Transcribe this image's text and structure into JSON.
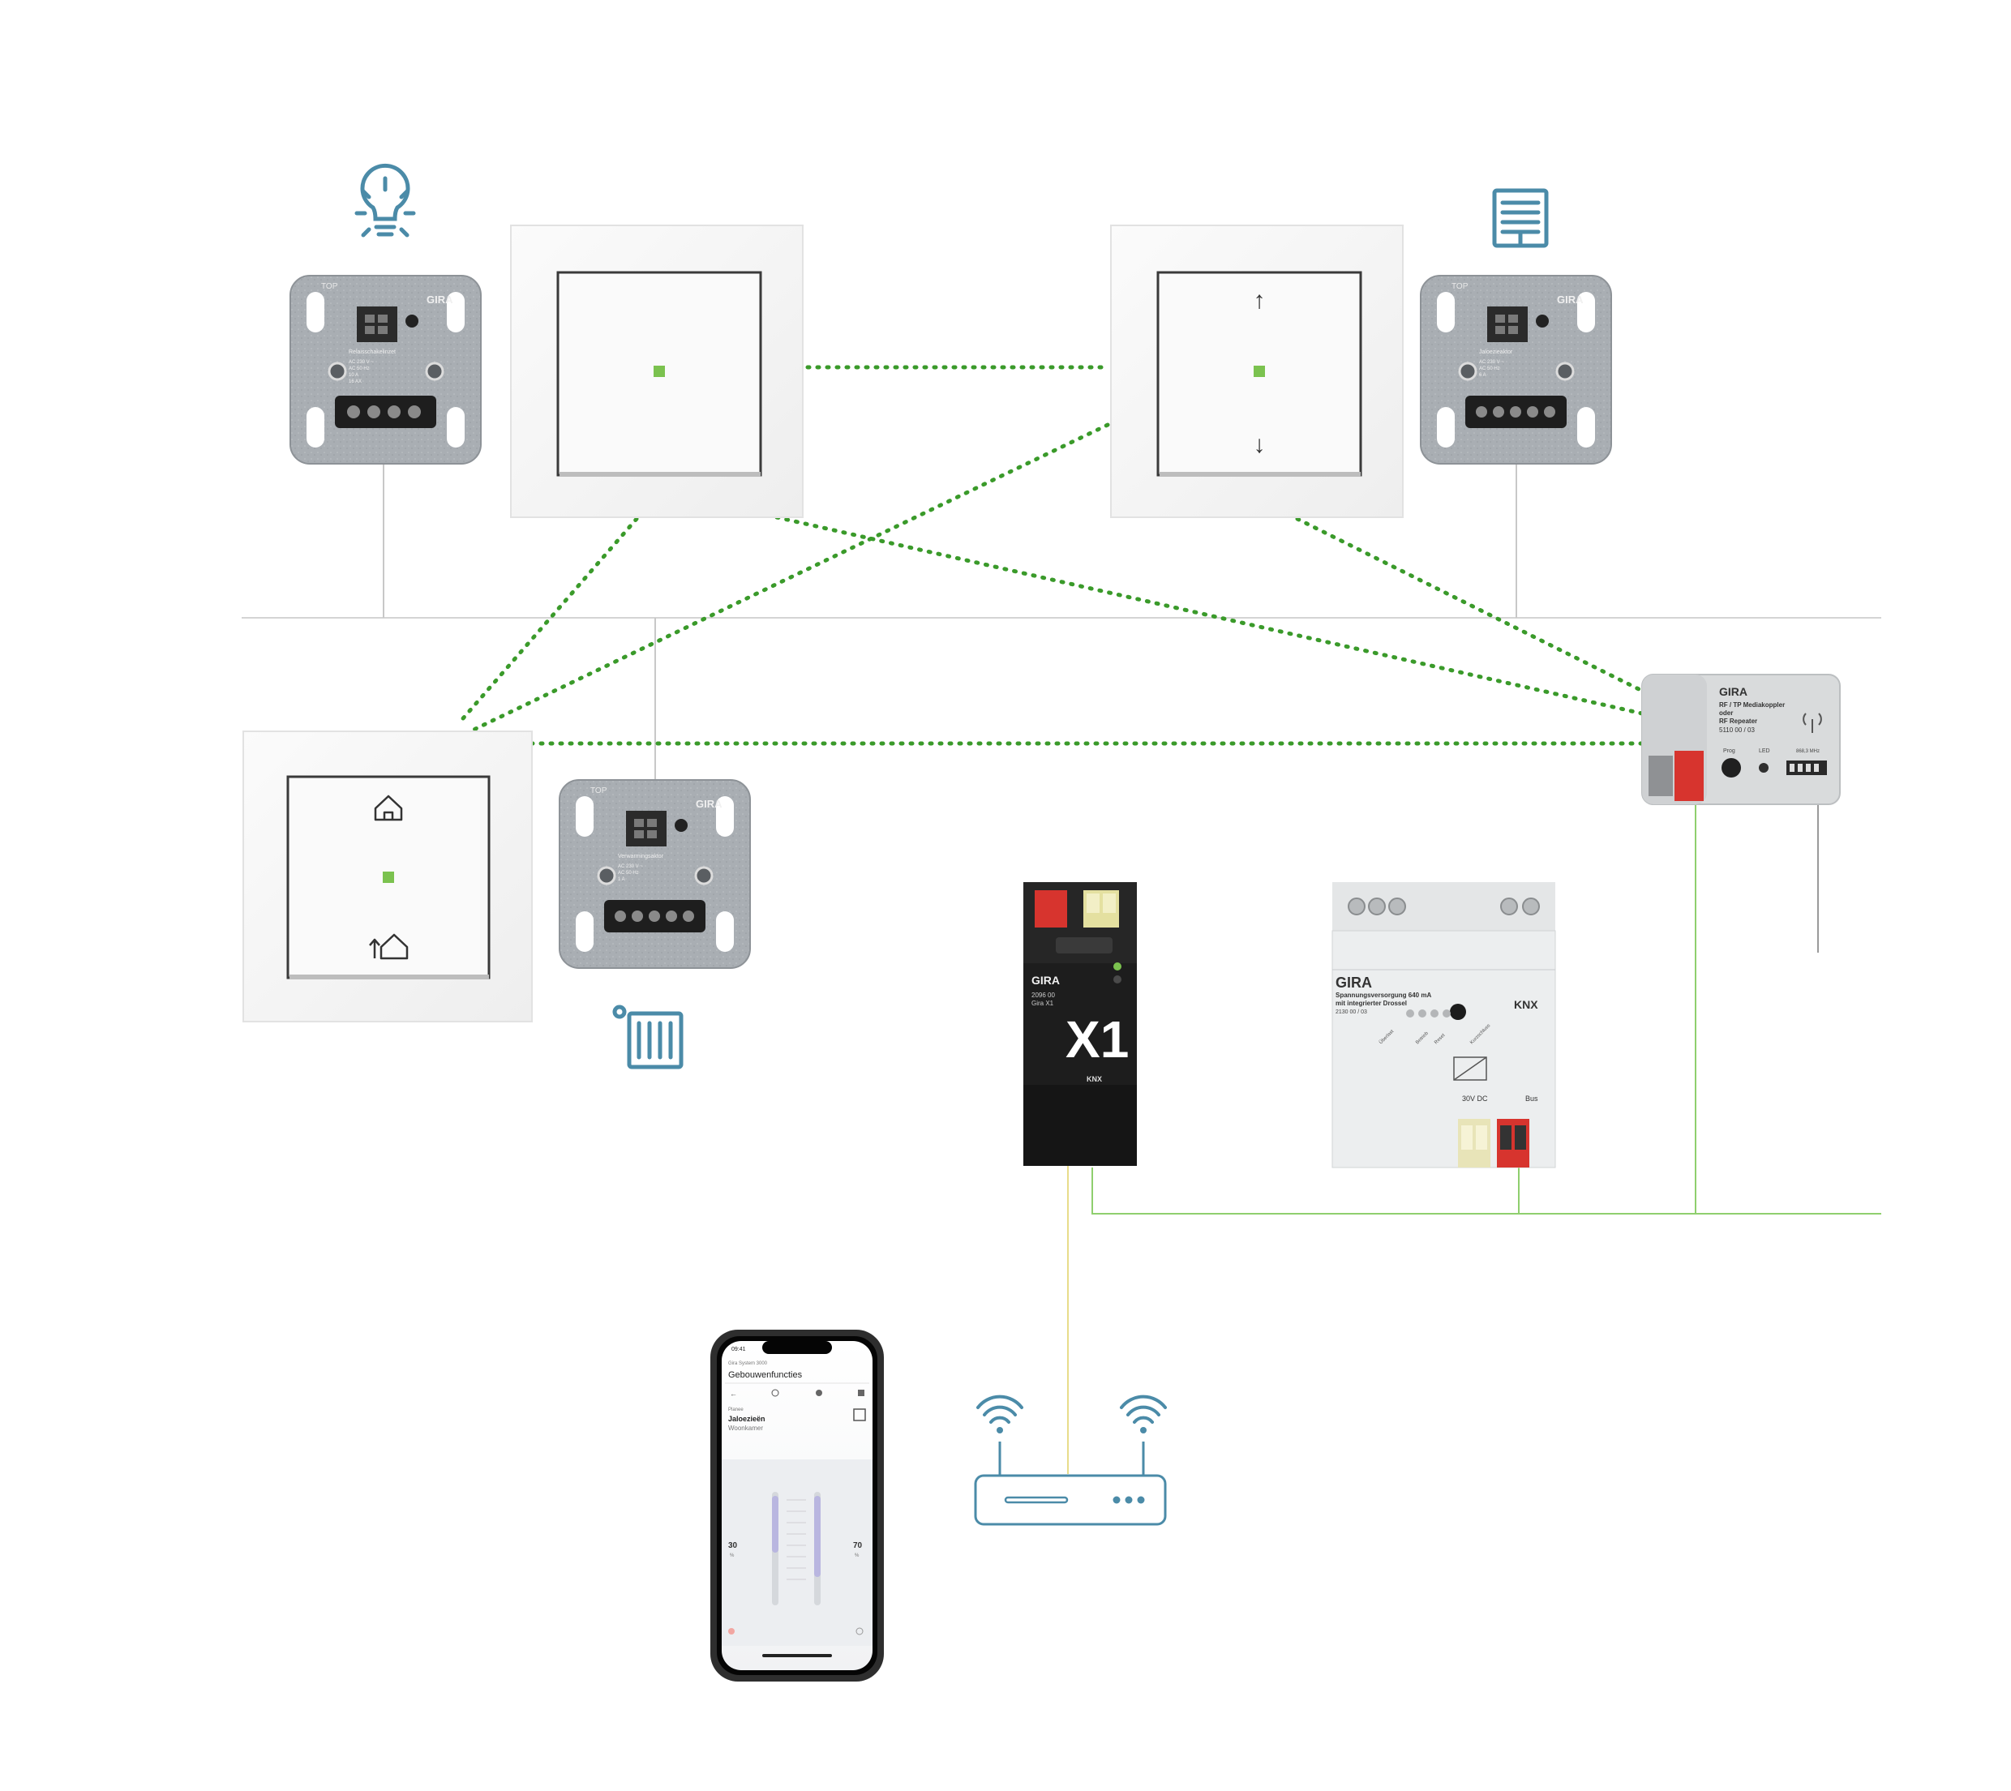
{
  "colors": {
    "bus_line": "#8fcf6e",
    "rf_dotted": "#3a9a2a",
    "wired_gray": "#c8c8c8",
    "ethernet": "#e8dc8a",
    "icon_blue": "#4b8ba8",
    "led_green": "#7bc24f",
    "gira_red": "#d7342e"
  },
  "icons": {
    "light": "light-bulb-icon",
    "blind": "blind-icon",
    "radiator": "radiator-icon",
    "wifi": "wifi-icon",
    "home": "home-icon",
    "leave_home": "leave-home-icon",
    "arrow_up": "arrow-up-icon",
    "arrow_down": "arrow-down-icon"
  },
  "switch_updown": {
    "up": "↑",
    "down": "↓"
  },
  "insert_light": {
    "brand": "GIRA",
    "top": "TOP",
    "line1": "Relaisschakelinzet",
    "specs": [
      "AC 230 V ~",
      "AC 50 Hz",
      "10 A",
      "16 AX"
    ]
  },
  "insert_blind": {
    "brand": "GIRA",
    "top": "TOP",
    "line1": "Jaloezieaktor",
    "specs": [
      "AC 230 V ~",
      "AC 50 Hz",
      "6 A"
    ]
  },
  "insert_heating": {
    "brand": "GIRA",
    "top": "TOP",
    "line1": "Verwarmingsaktor",
    "specs": [
      "AC 230 V ~",
      "AC 50 Hz",
      "1 A"
    ]
  },
  "media_coupler": {
    "brand": "GIRA",
    "line1": "RF / TP Mediakoppler",
    "line2": "oder",
    "line3": "RF Repeater",
    "line4": "5110 00 / 03",
    "prog": "Prog",
    "led": "LED",
    "freq": "868,3 MHz"
  },
  "x1": {
    "brand": "GIRA",
    "model": "2096 00",
    "name": "Gira X1",
    "big": "X1",
    "knx": "KNX"
  },
  "power_supply": {
    "brand": "GIRA",
    "line1": "Spannungsversorgung 640 mA",
    "line2": "mit integrierter Drossel",
    "line3": "2130 00 / 03",
    "knx": "KNX",
    "v_label": "30V DC",
    "bus_label": "Bus",
    "leds": [
      "Überlast",
      "Betrieb",
      "Reset",
      "Kurzschluss"
    ]
  },
  "phone": {
    "time": "09:41",
    "app_name": "Gira System 3000",
    "title": "Gebouwenfuncties",
    "section": "Planee",
    "item_title": "Jaloezieën",
    "item_sub": "Woonkamer",
    "left_value": "30",
    "left_unit": "%",
    "right_value": "70",
    "right_unit": "%"
  }
}
